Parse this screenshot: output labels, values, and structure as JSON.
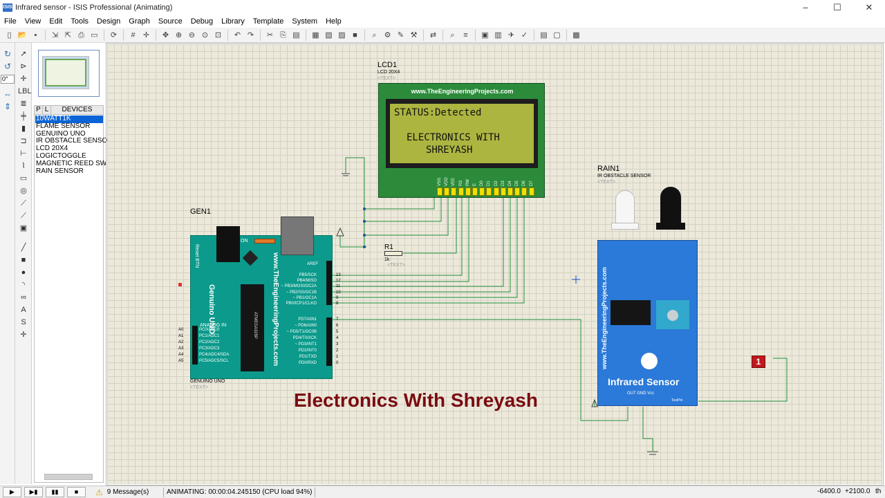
{
  "window": {
    "app_icon": "ISIS",
    "title": "Infrared sensor - ISIS Professional (Animating)",
    "controls": {
      "minimize": "–",
      "maximize": "☐",
      "close": "✕"
    }
  },
  "menu": [
    "File",
    "View",
    "Edit",
    "Tools",
    "Design",
    "Graph",
    "Source",
    "Debug",
    "Library",
    "Template",
    "System",
    "Help"
  ],
  "toolbar": {
    "icons": [
      "new-icon",
      "open-icon",
      "save-icon",
      "sep",
      "import-icon",
      "export-icon",
      "print-icon",
      "print-area-icon",
      "sep",
      "refresh-icon",
      "sep",
      "grid-icon",
      "origin-icon",
      "sep",
      "pan-icon",
      "zoom-in-icon",
      "zoom-out-icon",
      "zoom-all-icon",
      "zoom-area-icon",
      "sep",
      "undo-icon",
      "redo-icon",
      "sep",
      "cut-icon",
      "copy-icon",
      "paste-icon",
      "sep",
      "block-copy-icon",
      "block-move-icon",
      "block-rotate-icon",
      "block-delete-icon",
      "sep",
      "pick-icon",
      "make-device-icon",
      "package-icon",
      "decompose-icon",
      "sep",
      "wire-autoroute-icon",
      "sep",
      "search-icon",
      "property-icon",
      "sep",
      "netlist-icon",
      "ares-icon",
      "bill-icon",
      "electrical-check-icon",
      "sep",
      "design-explorer-icon",
      "new-sheet-icon",
      "sep",
      "pcb-icon"
    ]
  },
  "orientation": {
    "rotation_value": "0°"
  },
  "devices": {
    "header_p": "P",
    "header_l": "L",
    "header_title": "DEVICES",
    "items": [
      "10WATT1K",
      "FLAME SENSOR",
      "GENUINO UNO",
      "IR OBSTACLE SENSOR",
      "LCD 20X4",
      "LOGICTOGGLE",
      "MAGNETIC REED SW",
      "RAIN SENSOR"
    ],
    "selected_index": 0
  },
  "schematic": {
    "lcd": {
      "ref": "LCD1",
      "part": "LCD 20X4",
      "text_tag": "<TEXT>",
      "brand": "www.TheEngineeringProjects.com",
      "lines": [
        "STATUS:Detected",
        "",
        "ELECTRONICS WITH",
        "SHREYASH"
      ],
      "pins": [
        "VSS",
        "VDD",
        "VEE",
        "RS",
        "RW",
        "E",
        "D0",
        "D1",
        "D2",
        "D3",
        "D4",
        "D5",
        "D6",
        "D7"
      ]
    },
    "arduino": {
      "ref": "GEN1",
      "part": "GENUINO UNO",
      "text_tag": "<TEXT>",
      "board_name": "Genuino UNO",
      "brand": "www.TheEngineeringProjects.com",
      "aref": "AREF",
      "reset": "Reset BTN",
      "on": "ON",
      "analog_in": "ANALOG IN",
      "chip": "ATMEGA328P",
      "digital_pins_top": [
        "PB5/SCK",
        "PB4/MISO",
        "~ PB3/MOSI/OC2A",
        "~ PB2/SS/OC1B",
        "~ PB1/OC1A",
        "PB0/ICP1/CLKO"
      ],
      "digital_nums_top": [
        "13",
        "12",
        "11",
        "10",
        "9",
        "8"
      ],
      "digital_pins_bottom": [
        "PD7/AIN1",
        "~ PD6/AIN0",
        "~ PD5/T1/OC0B",
        "PD4/T0/XCK",
        "~ PD3/INT1",
        "PD2/INT0",
        "PD1/TXD",
        "PD0/RXD"
      ],
      "digital_nums_bottom": [
        "7",
        "6",
        "5",
        "4",
        "3",
        "2",
        "1",
        "0"
      ],
      "analog_pins": [
        "PC0/ADC0",
        "PC1/ADC1",
        "PC2/ADC2",
        "PC3/ADC3",
        "PC4/ADC4/SDA",
        "PC5/ADC5/SCL"
      ],
      "analog_nums": [
        "A0",
        "A1",
        "A2",
        "A3",
        "A4",
        "A5"
      ]
    },
    "resistor": {
      "ref": "R1",
      "value": "1k",
      "text_tag": "<TEXT>"
    },
    "ir_sensor": {
      "ref": "RAIN1",
      "part": "IR OBSTACLE SENSOR",
      "text_tag": "<TEXT>",
      "brand": "www.TheEngineeringProjects.com",
      "title": "Infrared Sensor",
      "pins": "OUT GND Vcc",
      "testpin": "TestPin"
    },
    "logic_toggle": {
      "value": "1"
    },
    "watermark": "Electronics With Shreyash"
  },
  "statusbar": {
    "messages": "9 Message(s)",
    "animating": "ANIMATING: 00:00:04.245150 (CPU load 94%)",
    "coord_x": "-6400.0",
    "coord_y": "+2100.0",
    "th": "th"
  },
  "colors": {
    "canvas": "#ece9db",
    "lcd_board": "#2b8b3a",
    "lcd_screen": "#acb540",
    "arduino": "#0b9a8b",
    "ir_board": "#2b79d8",
    "wire": "#1f8f3a",
    "watermark": "#7a0c10"
  }
}
